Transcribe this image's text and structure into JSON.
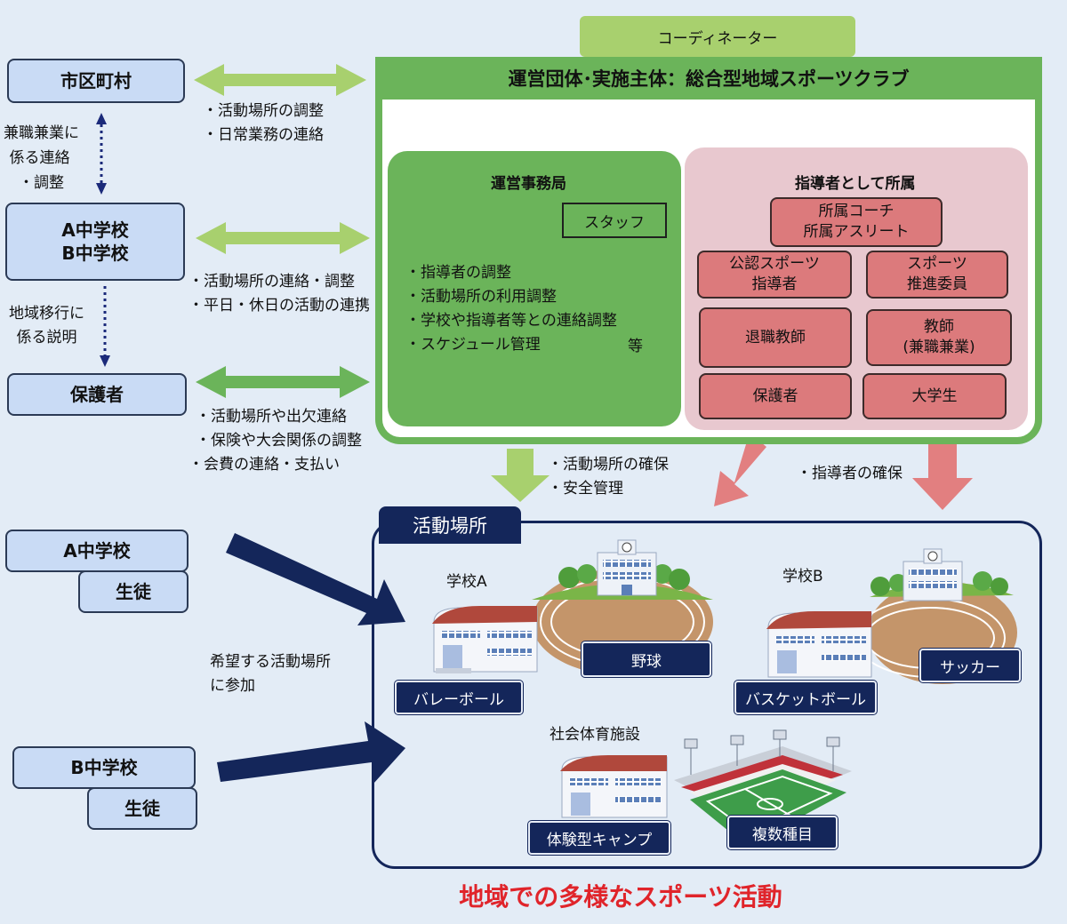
{
  "coordinator": "コーディネーター",
  "club_title": "運営団体･実施主体：総合型地域スポーツクラブ",
  "left": {
    "municipality": "市区町村",
    "schools_ab": [
      "A中学校",
      "B中学校"
    ],
    "guardians": "保護者",
    "note_concurrent": [
      "兼職兼業に",
      "係る連絡",
      "・調整"
    ],
    "note_transition": [
      "地域移行に",
      "係る説明"
    ]
  },
  "links": {
    "municipality": [
      "・活動場所の調整",
      "・日常業務の連絡"
    ],
    "schools": [
      "・活動場所の連絡・調整",
      "・平日・休日の活動の連携"
    ],
    "guardians": [
      "・活動場所や出欠連絡",
      "・保険や大会関係の調整",
      "・会費の連絡・支払い"
    ]
  },
  "office": {
    "title": "運営事務局",
    "staff": "スタッフ",
    "tasks": [
      "・指導者の調整",
      "・活動場所の利用調整",
      "・学校や指導者等との連絡調整",
      "・スケジュール管理"
    ],
    "etc": "等"
  },
  "instructors": {
    "title": "指導者として所属",
    "items": [
      "所属コーチ",
      "所属アスリート",
      "公認スポーツ",
      "指導者",
      "スポーツ",
      "推進委員",
      "退職教師",
      "教師",
      "(兼職兼業)",
      "保護者",
      "大学生"
    ]
  },
  "flow_notes": {
    "venue": [
      "・活動場所の確保",
      "・安全管理"
    ],
    "instructor": "・指導者の確保"
  },
  "venue": {
    "title": "活動場所",
    "school_a": "学校A",
    "school_b": "学校B",
    "facility": "社会体育施設",
    "tags": [
      "野球",
      "バレーボール",
      "サッカー",
      "バスケットボール",
      "体験型キャンプ",
      "複数種目"
    ]
  },
  "students": {
    "school_a": "A中学校",
    "school_b": "B中学校",
    "student": "生徒",
    "note": [
      "希望する活動場所",
      "に参加"
    ]
  },
  "footer": "地域での多様なスポーツ活動",
  "colors": {
    "green": "#6bb45a",
    "light_green": "#a8d06e",
    "pink_panel": "#e8c8cf",
    "red_box": "#dc7a7c",
    "navy": "#14265a",
    "light_blue": "#c9dbf5",
    "footer_red": "#e0242a"
  }
}
